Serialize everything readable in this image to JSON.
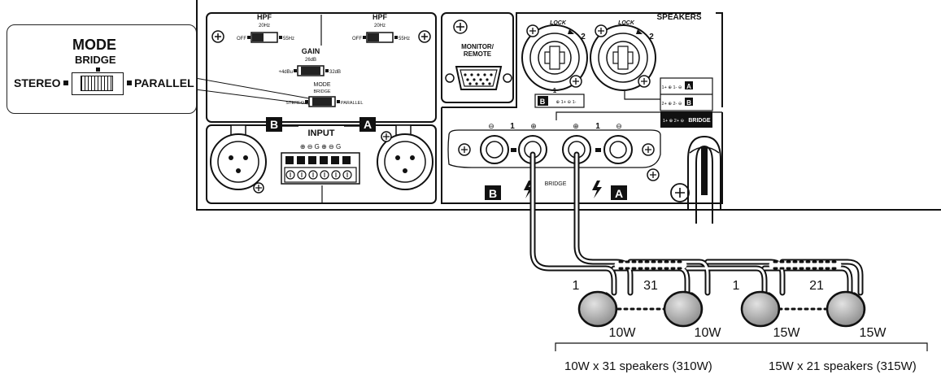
{
  "callout": {
    "mode": "MODE",
    "bridge": "BRIDGE",
    "stereo": "STEREO",
    "parallel": "PARALLEL"
  },
  "panel": {
    "hpf_left": "HPF",
    "hpf_left_freq": "20Hz",
    "hpf_left_off": "OFF",
    "hpf_left_hz": "55Hz",
    "hpf_right": "HPF",
    "hpf_right_freq": "20Hz",
    "hpf_right_off": "OFF",
    "hpf_right_hz": "55Hz",
    "gain": "GAIN",
    "gain_mid": "26dB",
    "gain_low": "+4dBu",
    "gain_high": "32dB",
    "mode": "MODE",
    "mode_bridge": "BRIDGE",
    "mode_stereo": "STEREO",
    "mode_parallel": "PARALLEL",
    "input": "INPUT",
    "input_b": "B",
    "input_a": "A",
    "terminal_labels": "⊕ ⊖ G ⊕ ⊖ G",
    "monitor": "MONITOR/",
    "remote": "REMOTE",
    "lock1": "LOCK",
    "lock1_num": "2",
    "lock1_bottom": "1",
    "lock1_legend_b": "B",
    "lock1_legend_text": "⊕ 1+ ⊖ 1-",
    "speakers": "SPEAKERS",
    "lock2": "LOCK",
    "lock2_num": "2",
    "legend_row1": "1+ ⊕ 1- ⊖",
    "legend_row1_letter": "A",
    "legend_row2": "2+ ⊕ 2- ⊖",
    "legend_row2_letter": "B",
    "legend_row3": "1+ ⊕ 2+ ⊖",
    "legend_row3_text": "BRIDGE",
    "out_minus_left": "⊖",
    "out_one_left": "1",
    "out_plus_left": "⊕",
    "out_plus_right": "⊕",
    "out_one_right": "1",
    "out_minus_right": "⊖",
    "out_b": "B",
    "out_a": "A",
    "bridge_label": "BRIDGE"
  },
  "wiring": {
    "spk1_num": "1",
    "spk2_num": "31",
    "spk3_num": "1",
    "spk4_num": "21",
    "spk1_w": "10W",
    "spk2_w": "10W",
    "spk3_w": "15W",
    "spk4_w": "15W",
    "caption_left": "10W x 31 speakers (310W)",
    "caption_right": "15W x 21 speakers (315W)"
  }
}
